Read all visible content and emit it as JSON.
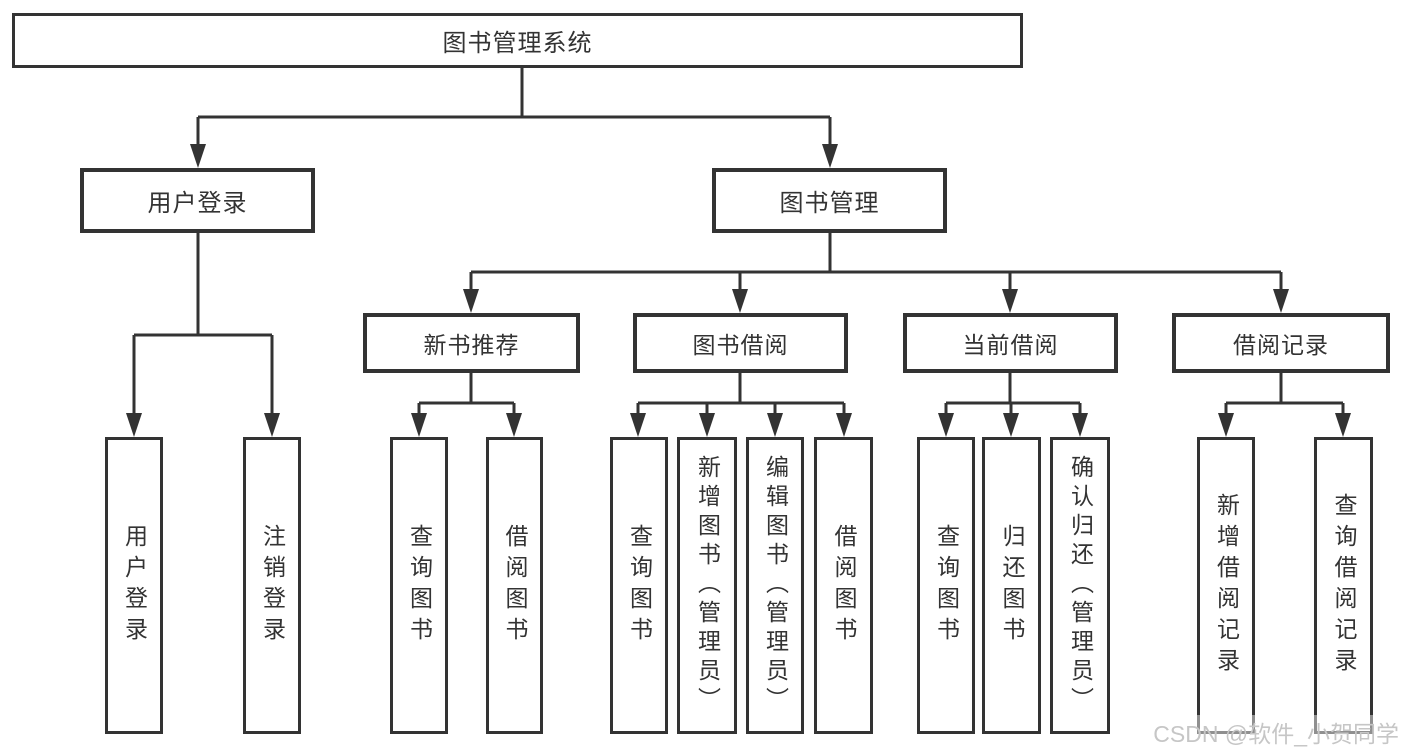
{
  "colors": {
    "border": "#333333",
    "text": "#333333",
    "watermark": "#c6c6c6",
    "bg": "#ffffff"
  },
  "watermark": {
    "text": "CSDN @软件_小贺同学"
  },
  "diagram": {
    "root": {
      "label": "图书管理系统"
    },
    "level2": [
      {
        "label": "用户登录"
      },
      {
        "label": "图书管理"
      }
    ],
    "level3": [
      {
        "label": "新书推荐"
      },
      {
        "label": "图书借阅"
      },
      {
        "label": "当前借阅"
      },
      {
        "label": "借阅记录"
      }
    ],
    "leaves": {
      "login": [
        {
          "label": "用户登录"
        },
        {
          "label": "注销登录"
        }
      ],
      "recommend": [
        {
          "label": "查询图书"
        },
        {
          "label": "借阅图书"
        }
      ],
      "borrow": [
        {
          "label": "查询图书"
        },
        {
          "label": "新增图书（管理员）"
        },
        {
          "label": "编辑图书（管理员）"
        },
        {
          "label": "借阅图书"
        }
      ],
      "current": [
        {
          "label": "查询图书"
        },
        {
          "label": "归还图书"
        },
        {
          "label": "确认归还（管理员）"
        }
      ],
      "records": [
        {
          "label": "新增借阅记录"
        },
        {
          "label": "查询借阅记录"
        }
      ]
    }
  }
}
